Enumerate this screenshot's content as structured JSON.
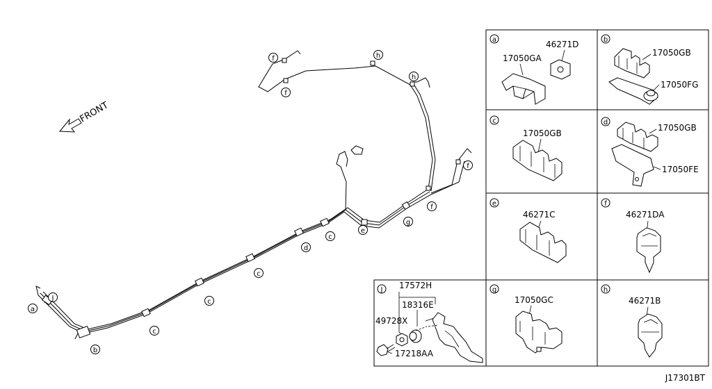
{
  "diagram": {
    "direction_label": "FRONT",
    "drawing_code": "J17301BT",
    "routing_callouts": [
      "f",
      "h",
      "f",
      "h",
      "f",
      "f",
      "e",
      "g",
      "c",
      "d",
      "c",
      "c",
      "c",
      "a",
      "J",
      "b"
    ],
    "panels": [
      {
        "id": "a",
        "parts": [
          "17050GA",
          "46271D"
        ]
      },
      {
        "id": "b",
        "parts": [
          "17050GB",
          "17050FG"
        ]
      },
      {
        "id": "c",
        "parts": [
          "17050GB"
        ]
      },
      {
        "id": "d",
        "parts": [
          "17050GB",
          "17050FE"
        ]
      },
      {
        "id": "e",
        "parts": [
          "46271C"
        ]
      },
      {
        "id": "f",
        "parts": [
          "46271DA"
        ]
      },
      {
        "id": "J",
        "parts": [
          "17572H",
          "18316E",
          "49728X",
          "17218AA"
        ]
      },
      {
        "id": "g",
        "parts": [
          "17050GC"
        ]
      },
      {
        "id": "h",
        "parts": [
          "46271B"
        ]
      }
    ]
  }
}
